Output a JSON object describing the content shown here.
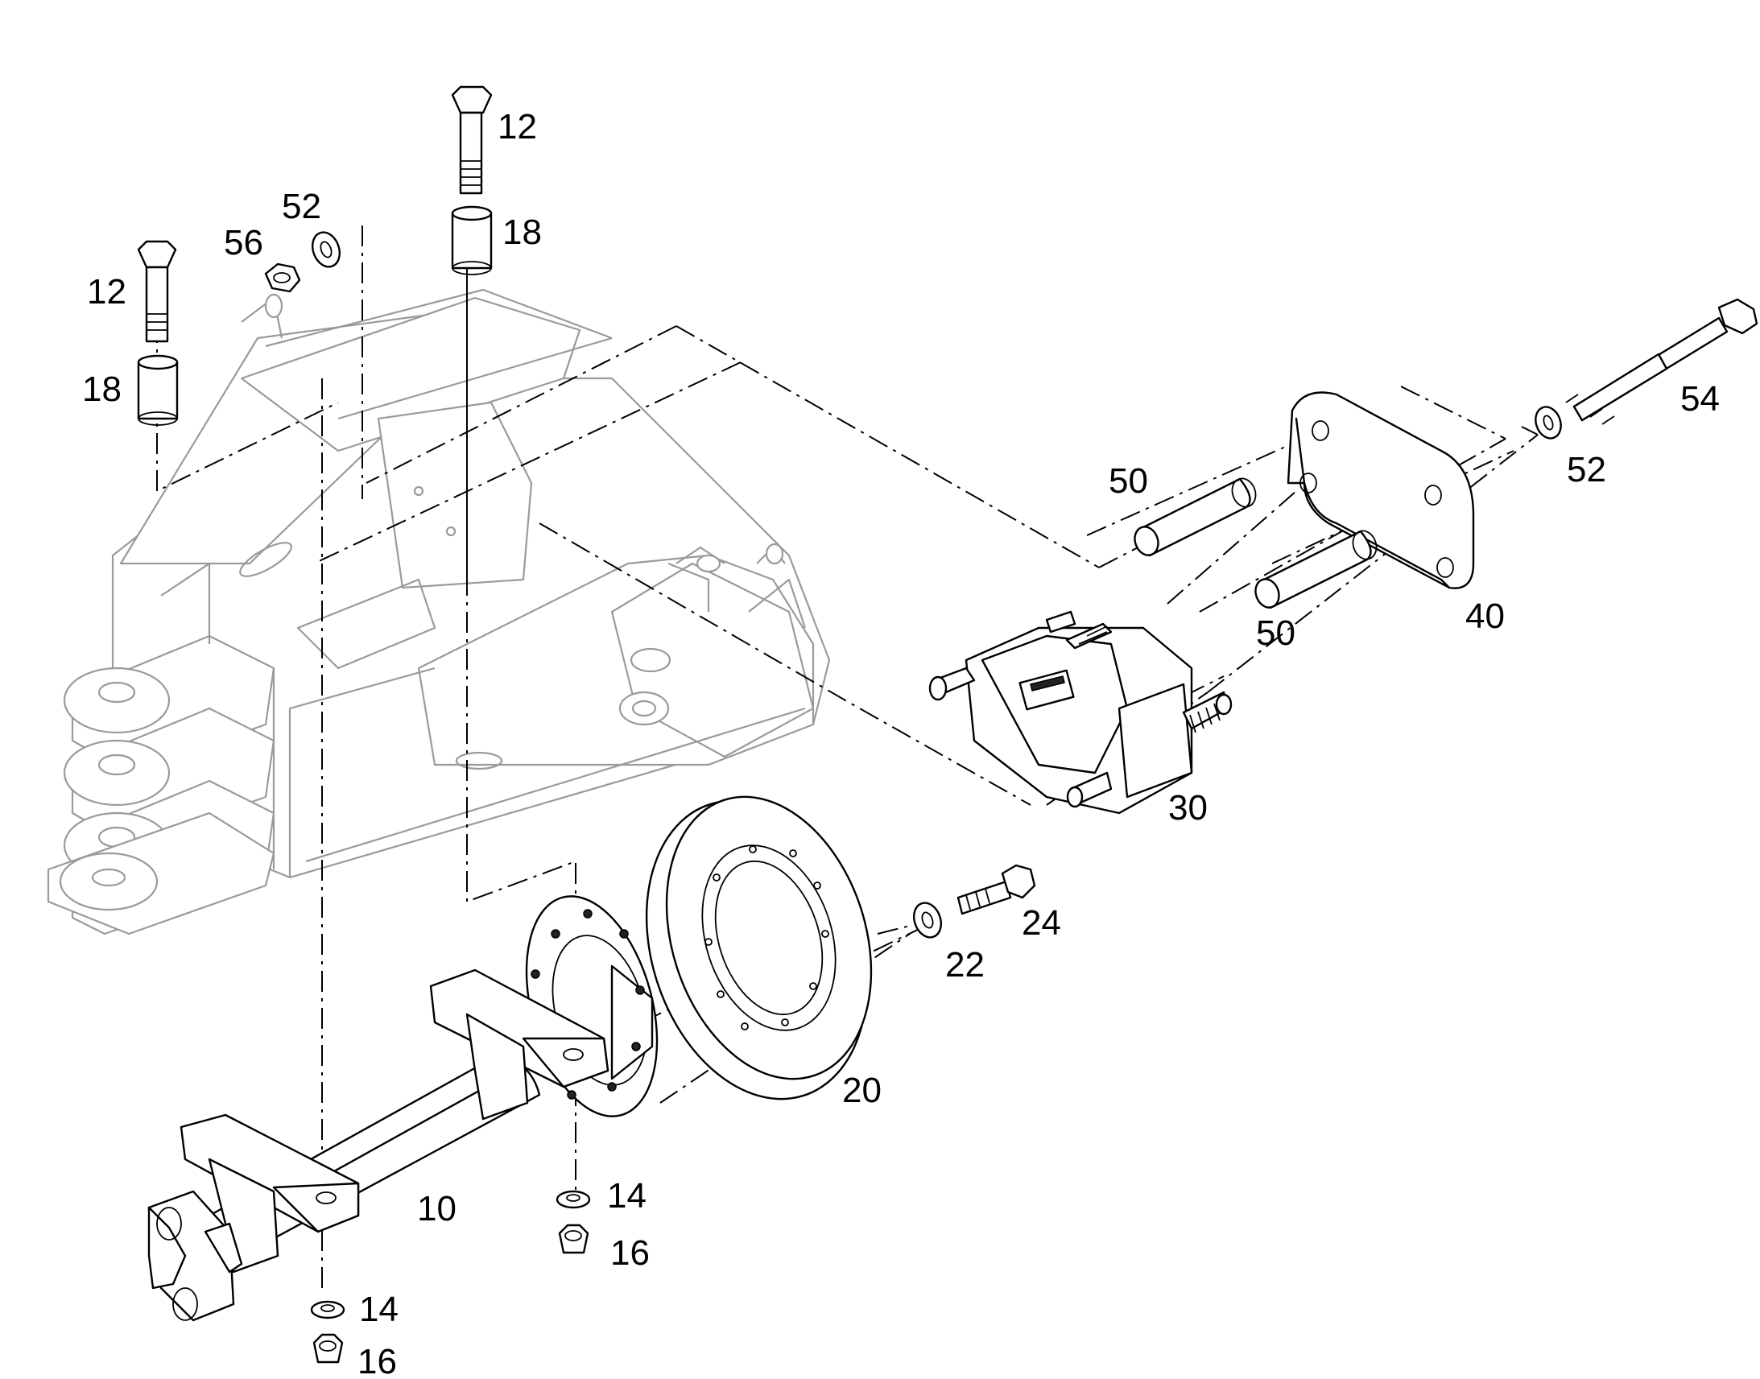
{
  "diagram": {
    "type": "exploded-parts-view",
    "callouts": [
      {
        "id": "12-upper",
        "text": "12"
      },
      {
        "id": "18-upper",
        "text": "18"
      },
      {
        "id": "52-upper",
        "text": "52"
      },
      {
        "id": "56",
        "text": "56"
      },
      {
        "id": "12-left",
        "text": "12"
      },
      {
        "id": "18-left",
        "text": "18"
      },
      {
        "id": "54",
        "text": "54"
      },
      {
        "id": "52-right",
        "text": "52"
      },
      {
        "id": "50-upper",
        "text": "50"
      },
      {
        "id": "50-lower",
        "text": "50"
      },
      {
        "id": "40",
        "text": "40"
      },
      {
        "id": "30",
        "text": "30"
      },
      {
        "id": "24",
        "text": "24"
      },
      {
        "id": "22",
        "text": "22"
      },
      {
        "id": "20",
        "text": "20"
      },
      {
        "id": "10",
        "text": "10"
      },
      {
        "id": "14-center",
        "text": "14"
      },
      {
        "id": "16-center",
        "text": "16"
      },
      {
        "id": "14-bottom",
        "text": "14"
      },
      {
        "id": "16-bottom",
        "text": "16"
      }
    ]
  }
}
